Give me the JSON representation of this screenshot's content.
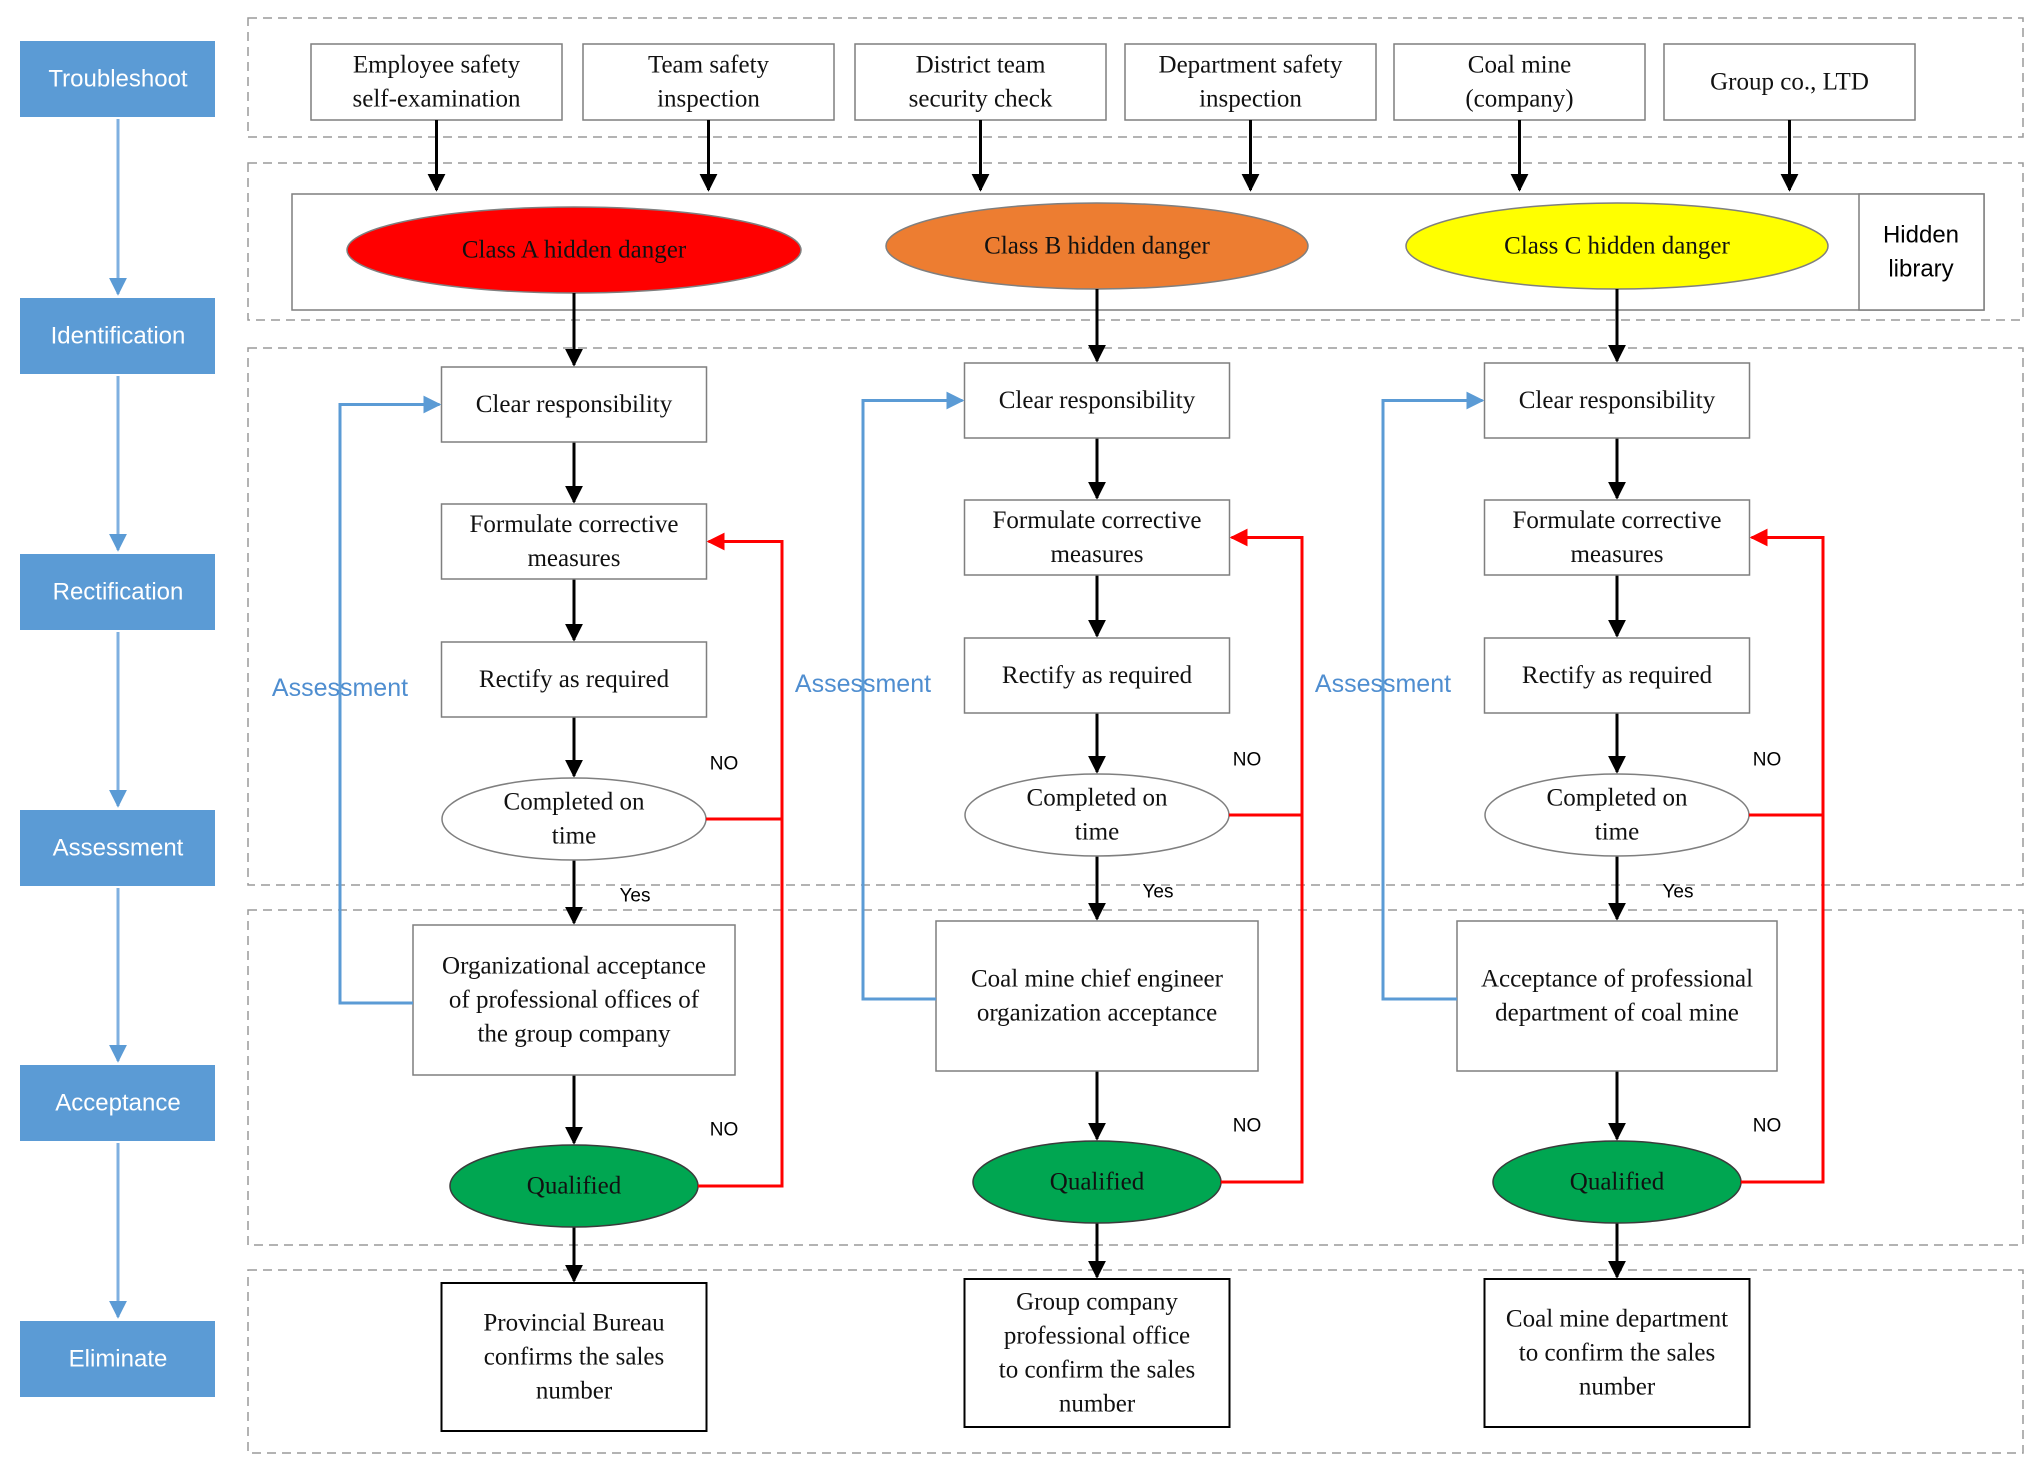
{
  "stages": [
    "Troubleshoot",
    "Identification",
    "Rectification",
    "Assessment",
    "Acceptance",
    "Eliminate"
  ],
  "sources": [
    [
      "Employee safety",
      "self-examination"
    ],
    [
      "Team safety",
      "inspection"
    ],
    [
      "District team",
      "security check"
    ],
    [
      "Department safety",
      "inspection"
    ],
    [
      "Coal mine",
      "(company)"
    ],
    [
      "Group co., LTD"
    ]
  ],
  "hidden_library": [
    "Hidden",
    "library"
  ],
  "dangers": [
    {
      "label": "Class A hidden danger",
      "color": "#ff0000"
    },
    {
      "label": "Class B hidden danger",
      "color": "#ed7d31"
    },
    {
      "label": "Class C hidden danger",
      "color": "#ffff00"
    }
  ],
  "columns": [
    {
      "clear": "Clear responsibility",
      "formulate": [
        "Formulate corrective",
        "measures"
      ],
      "rectify": "Rectify as required",
      "completed": [
        "Completed on",
        "time"
      ],
      "acceptance": [
        "Organizational acceptance",
        "of professional offices of",
        "the group company"
      ],
      "qualified": "Qualified",
      "eliminate": [
        "Provincial Bureau",
        "confirms the sales",
        "number"
      ],
      "assessment": "Assessment",
      "no1": "NO",
      "no2": "NO",
      "yes": "Yes"
    },
    {
      "clear": "Clear responsibility",
      "formulate": [
        "Formulate corrective",
        "measures"
      ],
      "rectify": "Rectify as required",
      "completed": [
        "Completed on",
        "time"
      ],
      "acceptance": [
        "Coal mine chief engineer",
        "organization acceptance"
      ],
      "qualified": "Qualified",
      "eliminate": [
        "Group company",
        "professional office",
        "to confirm the sales",
        "number"
      ],
      "assessment": "Assessment",
      "no1": "NO",
      "no2": "NO",
      "yes": "Yes"
    },
    {
      "clear": "Clear responsibility",
      "formulate": [
        "Formulate corrective",
        "measures"
      ],
      "rectify": "Rectify as required",
      "completed": [
        "Completed on",
        "time"
      ],
      "acceptance": [
        "Acceptance of professional",
        "department of coal mine"
      ],
      "qualified": "Qualified",
      "eliminate": [
        "Coal mine department",
        "to confirm the sales",
        "number"
      ],
      "assessment": "Assessment",
      "no1": "NO",
      "no2": "NO",
      "yes": "Yes"
    }
  ],
  "colors": {
    "stage_box": "#5b9bd5",
    "stage_arrow": "#7fb0e0",
    "feedback_blue": "#5b9bd5",
    "feedback_red": "#ff0000",
    "qualified_green": "#00a651",
    "section_border": "#9a9a9a"
  }
}
